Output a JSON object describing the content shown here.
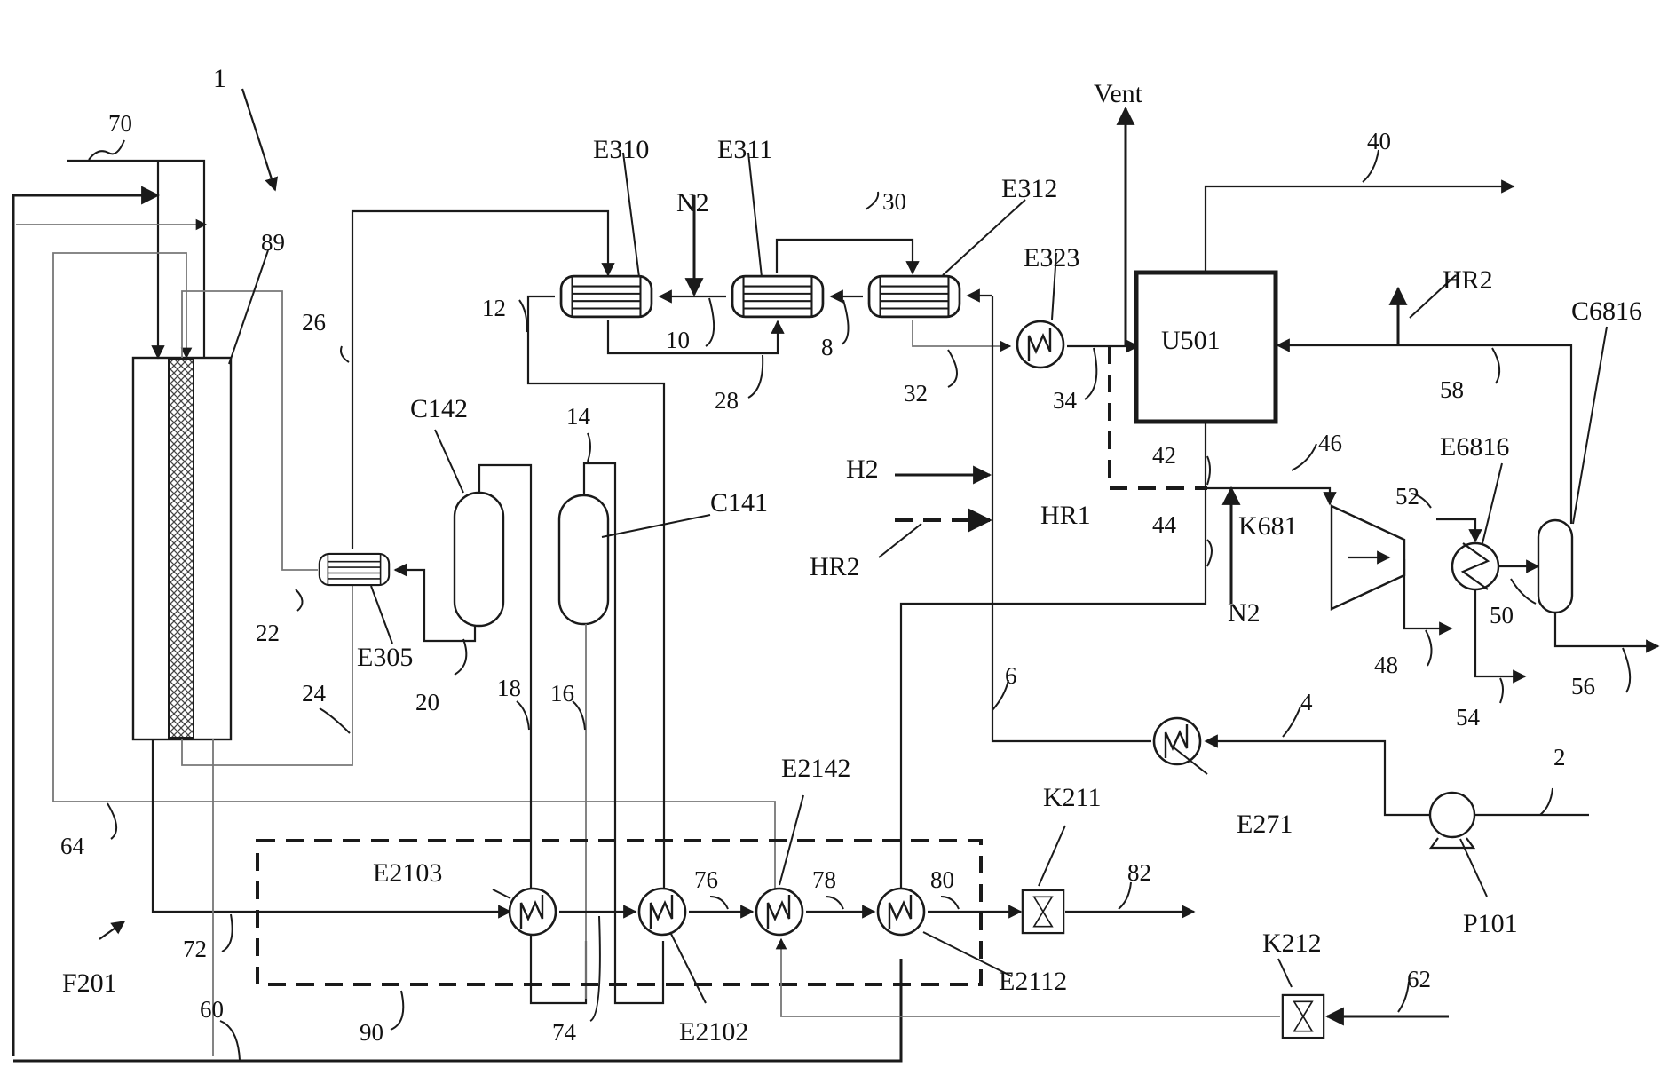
{
  "figure_number": "1",
  "equipment": {
    "e310": "E310",
    "e311": "E311",
    "e312": "E312",
    "e323": "E323",
    "u501": "U501",
    "c142": "C142",
    "c141": "C141",
    "e305": "E305",
    "k681": "K681",
    "e6816": "E6816",
    "c6816": "C6816",
    "e271": "E271",
    "p101": "P101",
    "k211": "K211",
    "k212": "K212",
    "e2103": "E2103",
    "e2102": "E2102",
    "e2142": "E2142",
    "e2112": "E2112",
    "f201": "F201"
  },
  "labels": {
    "vent": "Vent",
    "n2_top": "N2",
    "n2_bottom": "N2",
    "h2": "H2",
    "hr2_left": "HR2",
    "hr2_right": "HR2",
    "hr1": "HR1"
  },
  "streams": {
    "s70": "70",
    "s89": "89",
    "s26": "26",
    "s22": "22",
    "s24": "24",
    "s20": "20",
    "s18": "18",
    "s16": "16",
    "s14": "14",
    "s12": "12",
    "s10": "10",
    "s28": "28",
    "s8": "8",
    "s30": "30",
    "s32": "32",
    "s34": "34",
    "s40": "40",
    "s42": "42",
    "s44": "44",
    "s46": "46",
    "s52": "52",
    "s48": "48",
    "s50": "50",
    "s54": "54",
    "s56": "56",
    "s58": "58",
    "s6": "6",
    "s4": "4",
    "s2": "2",
    "s64": "64",
    "s72": "72",
    "s60": "60",
    "s90": "90",
    "s74": "74",
    "s76": "76",
    "s78": "78",
    "s80": "80",
    "s82": "82",
    "s62": "62"
  }
}
